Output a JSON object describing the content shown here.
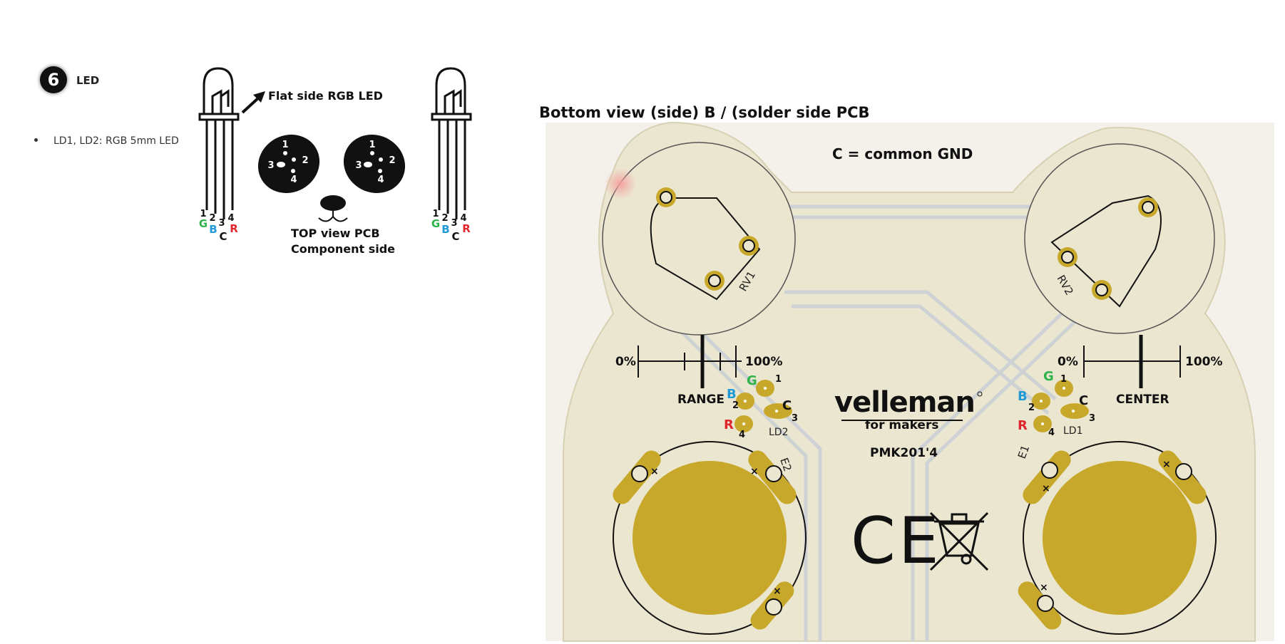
{
  "step": {
    "number": "6",
    "title": "LED"
  },
  "bullet": {
    "text": "LD1, LD2: RGB 5mm LED"
  },
  "led_left": {
    "pin_numbers": [
      "1",
      "2",
      "3",
      "4"
    ],
    "pin_letters": [
      "G",
      "B",
      "C",
      "R"
    ]
  },
  "led_right": {
    "pin_numbers": [
      "1",
      "2",
      "3",
      "4"
    ],
    "pin_letters": [
      "G",
      "B",
      "C",
      "R"
    ]
  },
  "callout": {
    "flat_side": "Flat side RGB LED",
    "top_view_line1": "TOP view PCB",
    "top_view_line2": "Component side"
  },
  "footprint": {
    "pins": [
      "1",
      "2",
      "3",
      "4"
    ]
  },
  "bottom_view": {
    "title": "Bottom view (side) B / (solder side PCB",
    "common_gnd": "C = common GND",
    "rv1": "RV1",
    "rv2": "RV2",
    "range_label": "RANGE",
    "center_label": "CENTER",
    "pct_min": "0%",
    "pct_max": "100%",
    "ld2_label": "LD2",
    "ld1_label": "LD1",
    "e1_label": "E1",
    "e2_label": "E2",
    "brand": "velleman",
    "brand_sub": "for makers",
    "model": "PMK201'4",
    "ce_mark": "CE",
    "pad_letters": [
      "G",
      "B",
      "R",
      "C"
    ],
    "pad_numbers": [
      "1",
      "2",
      "3",
      "4"
    ]
  },
  "colors": {
    "green": "#2db34a",
    "blue": "#1f9ad6",
    "red": "#e0262d",
    "black": "#111111",
    "pcb": "#eeead8",
    "pad": "#c8a82a"
  }
}
